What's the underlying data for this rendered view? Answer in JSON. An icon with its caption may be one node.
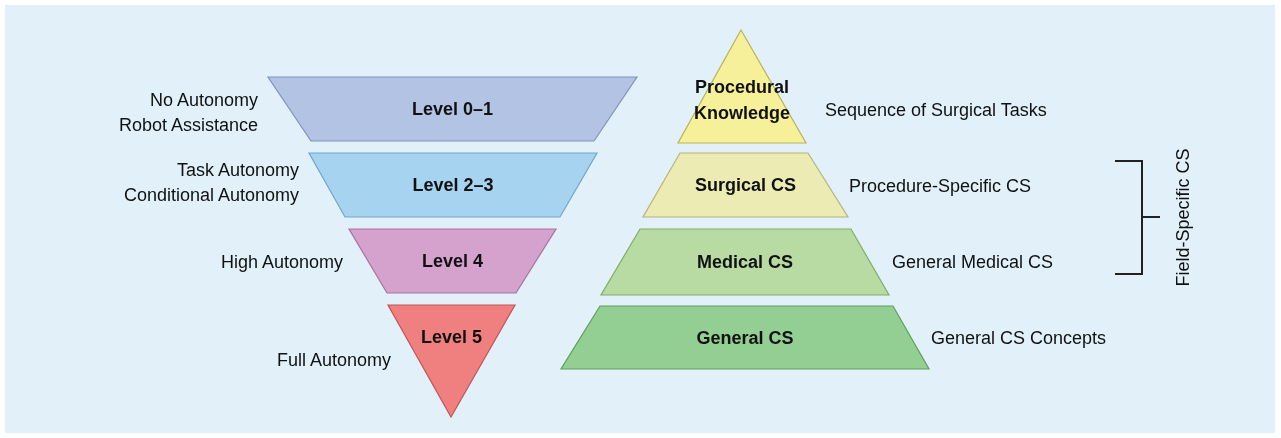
{
  "diagram": {
    "nodes": [
      {
        "text": [
          "Level 0–1"
        ],
        "beside": [
          "No Autonomy",
          "Robot Assistance"
        ]
      },
      {
        "text": [
          "Level 2–3"
        ],
        "beside": [
          "Task Autonomy",
          "Conditional Autonomy"
        ]
      },
      {
        "text": [
          "Level 4"
        ],
        "beside": [
          "High Autonomy"
        ]
      },
      {
        "text": [
          "Level 5"
        ],
        "beside": [
          "Full Autonomy"
        ]
      },
      {
        "text": [
          "Procedural Knowledge"
        ],
        "beside": [
          "Sequence of Surgical Tasks"
        ]
      },
      {
        "text": [
          "Surgical CS"
        ],
        "beside": [
          "Procedure-Specific CS"
        ]
      },
      {
        "text": [
          "Medical CS"
        ],
        "beside": [
          "General Medical CS"
        ]
      },
      {
        "text": [
          "General CS"
        ],
        "beside": [
          "General CS Concepts"
        ]
      }
    ],
    "edges": [],
    "labels": [
      "Field-Specific CS"
    ]
  }
}
